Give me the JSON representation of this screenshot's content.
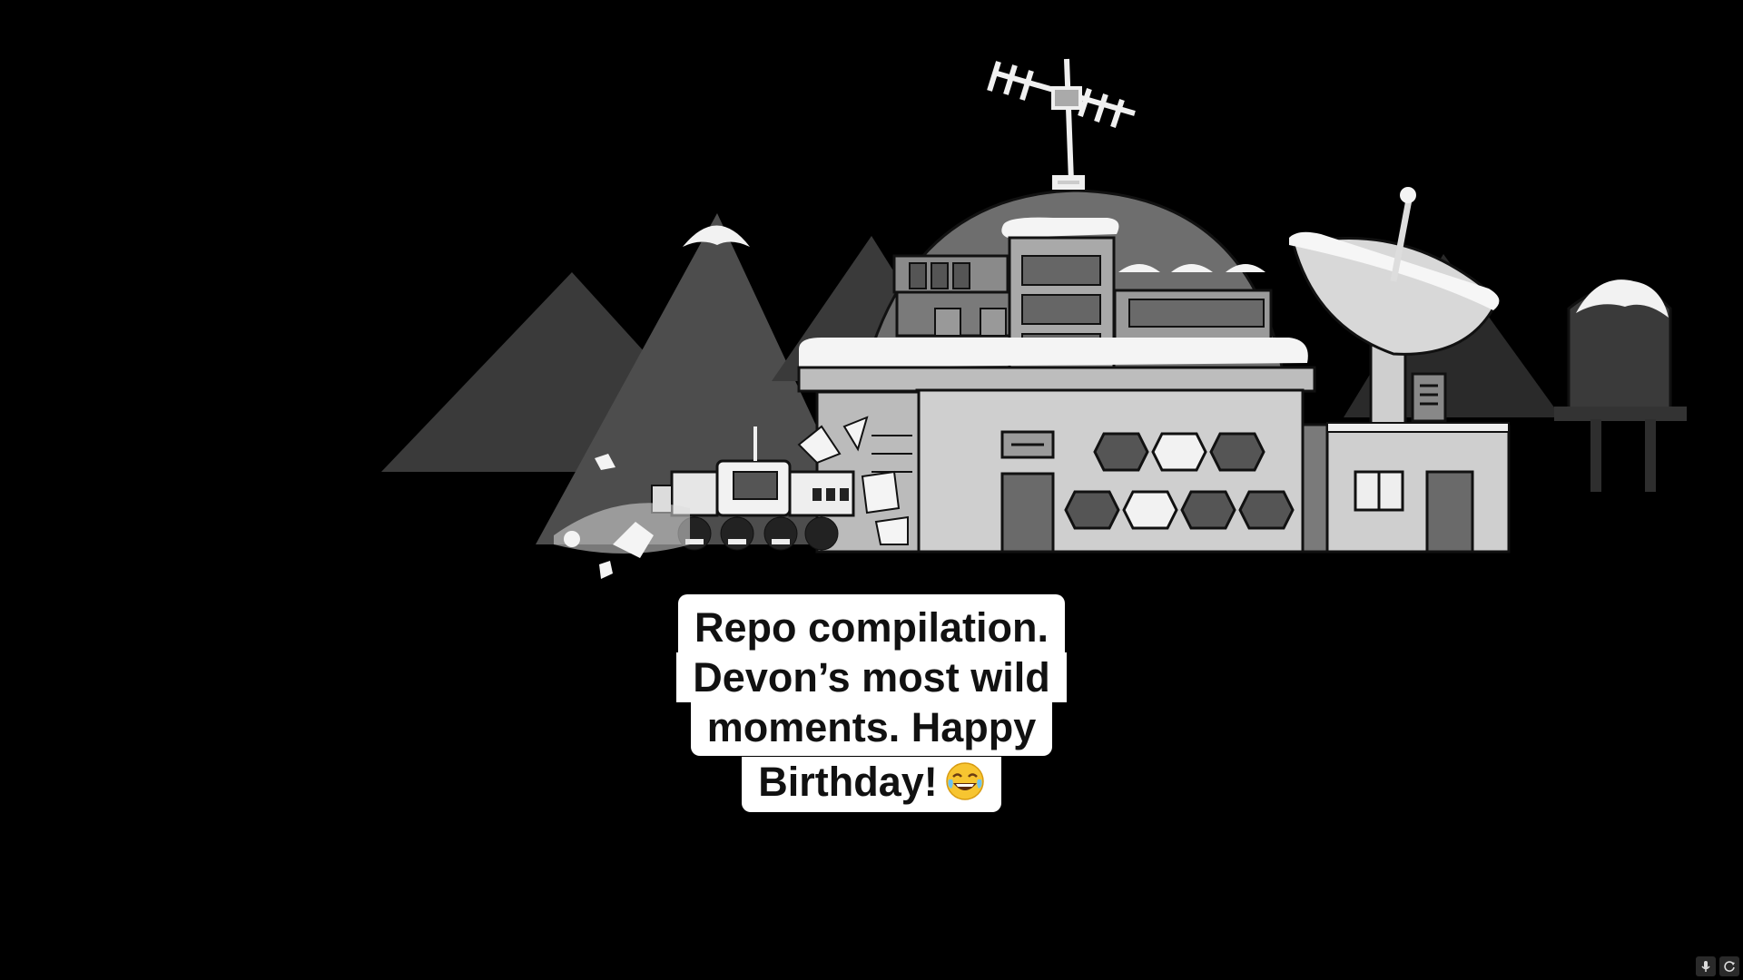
{
  "caption": {
    "lines": [
      "Repo compilation.",
      "Devon’s most wild",
      "moments. Happy",
      "Birthday!"
    ],
    "emoji": "face-with-tears-of-joy-icon"
  },
  "controls": {
    "mic": "microphone-icon",
    "refresh": "refresh-icon"
  },
  "colors": {
    "background": "#000000",
    "caption_bg": "#ffffff",
    "caption_text": "#111111"
  }
}
